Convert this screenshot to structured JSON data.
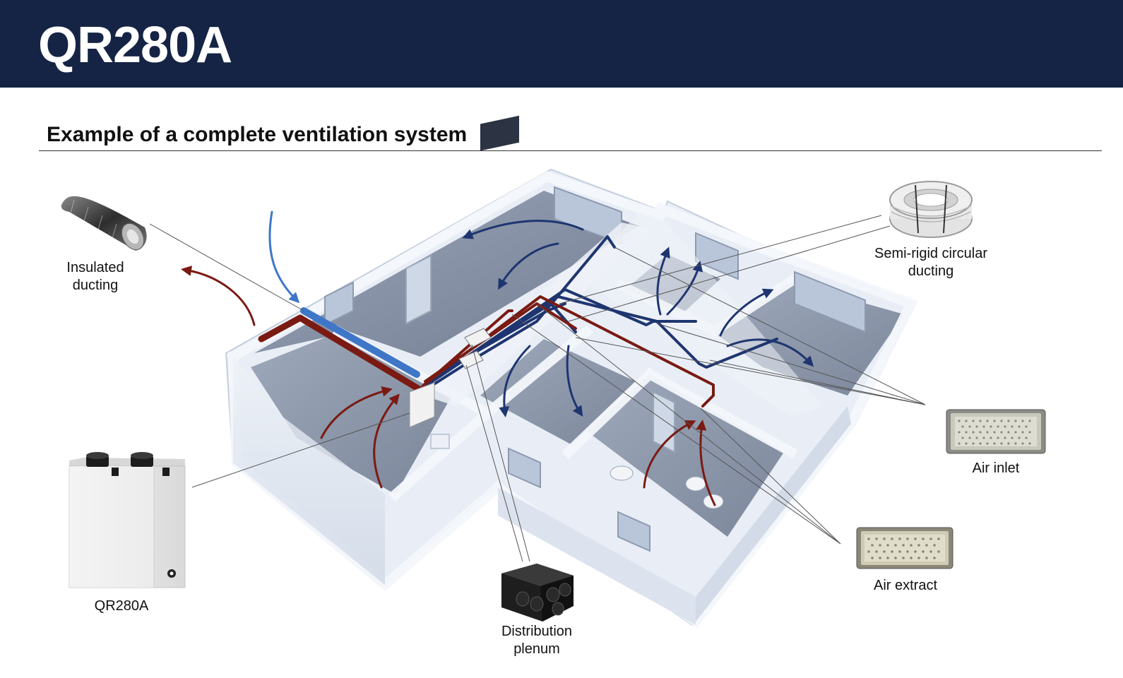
{
  "header": {
    "title": "QR280A"
  },
  "section": {
    "title": "Example of a complete ventilation system"
  },
  "labels": {
    "insulated_ducting": "Insulated\nducting",
    "semi_rigid_ducting": "Semi-rigid circular\nducting",
    "air_inlet": "Air inlet",
    "air_extract": "Air extract",
    "unit": "QR280A",
    "distribution_plenum": "Distribution\nplenum"
  },
  "colors": {
    "header_bg": "#152444",
    "extract_duct": "#7a1a12",
    "supply_duct": "#1e3570",
    "fresh_air_duct": "#3f77c8",
    "walls": "#dfe6f2",
    "floor": "#5c6a82"
  },
  "icons": [
    "insulated-duct-icon",
    "duct-coil-icon",
    "air-inlet-grille-icon",
    "air-extract-grille-icon",
    "qr280a-unit-icon",
    "distribution-plenum-icon"
  ]
}
